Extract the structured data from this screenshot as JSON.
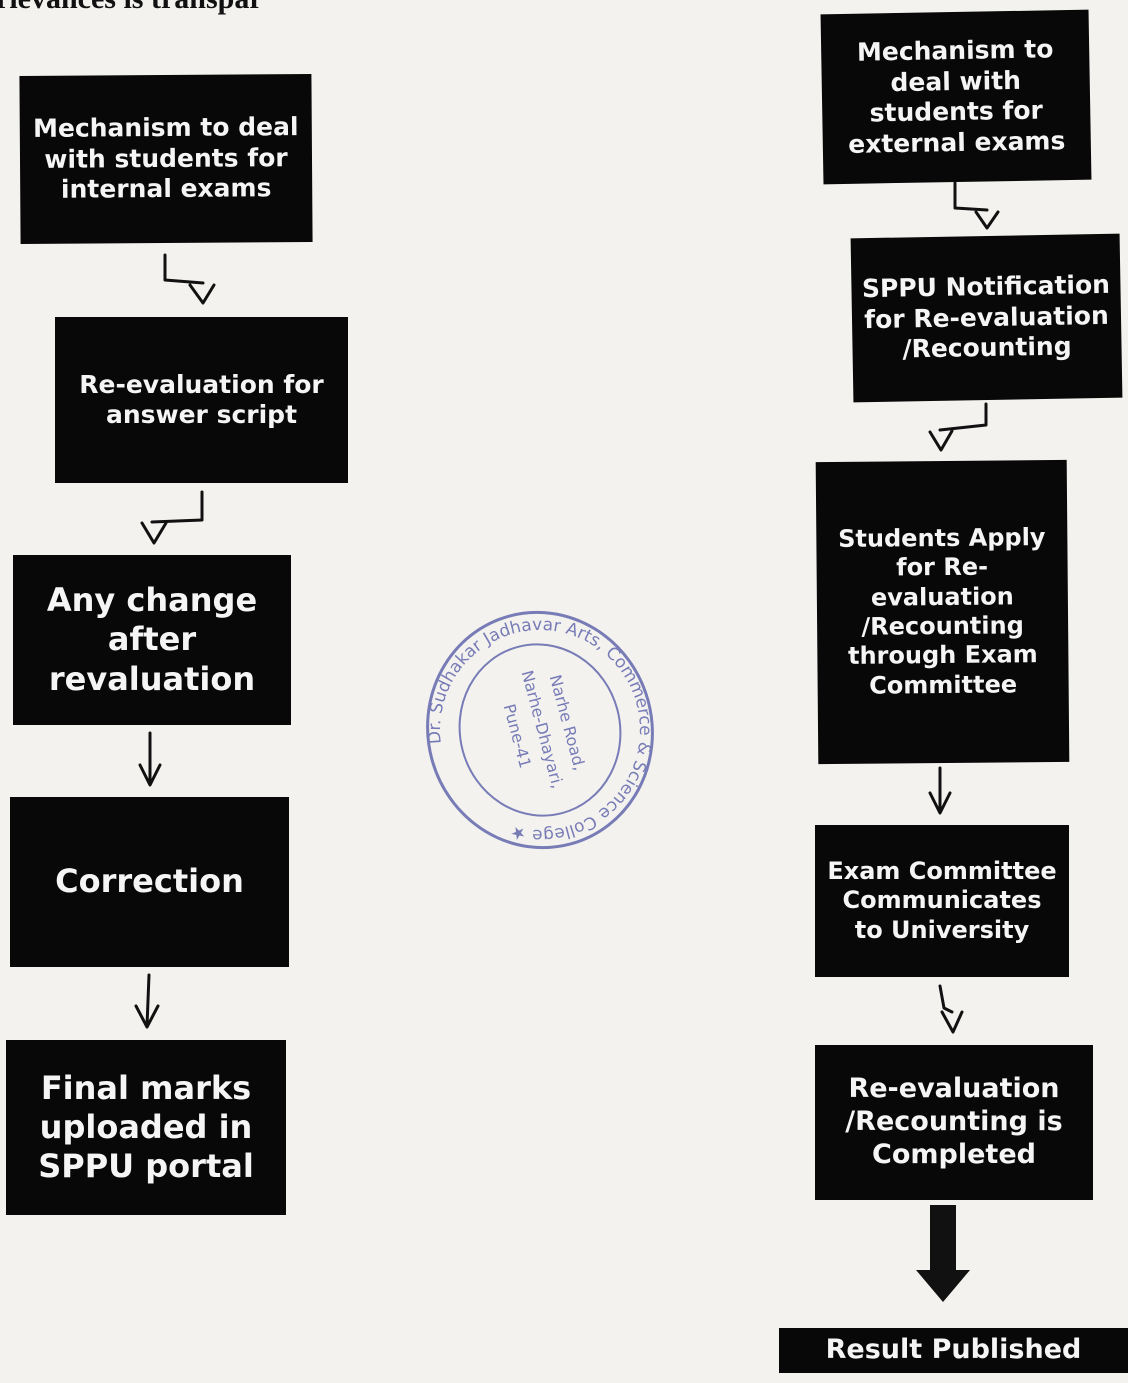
{
  "header": {
    "text": "rievances is transpar"
  },
  "left": [
    {
      "id": "internal",
      "text": "Mechanism to deal with students for internal exams"
    },
    {
      "id": "reeval",
      "text": "Re-evaluation for answer script"
    },
    {
      "id": "anychange",
      "text": "Any change after revaluation"
    },
    {
      "id": "correction",
      "text": "Correction"
    },
    {
      "id": "final",
      "text": "Final marks uploaded in SPPU portal"
    }
  ],
  "right": [
    {
      "id": "external",
      "text": "Mechanism to deal with students for external exams"
    },
    {
      "id": "notification",
      "text": "SPPU Notification for Re-evaluation /Recounting"
    },
    {
      "id": "apply",
      "text": "Students Apply for Re-evaluation /Recounting through Exam Committee"
    },
    {
      "id": "communicates",
      "text": "Exam Committee Communicates to University"
    },
    {
      "id": "completed",
      "text": "Re-evaluation /Recounting is Completed"
    },
    {
      "id": "result",
      "text": "Result Published"
    }
  ],
  "stamp": {
    "outer_text": "Dr. Sudhakar Jadhavar Arts, Commerce & Science College ★",
    "inner_lines": [
      "Narhe Road,",
      "Narhe-Dhayari,",
      "Pune-41"
    ],
    "color": "#5a5fa8"
  },
  "colors": {
    "box": "#080808",
    "box_text": "#f5f5f5",
    "arrow": "#111111",
    "background": "#f3f2ef"
  }
}
